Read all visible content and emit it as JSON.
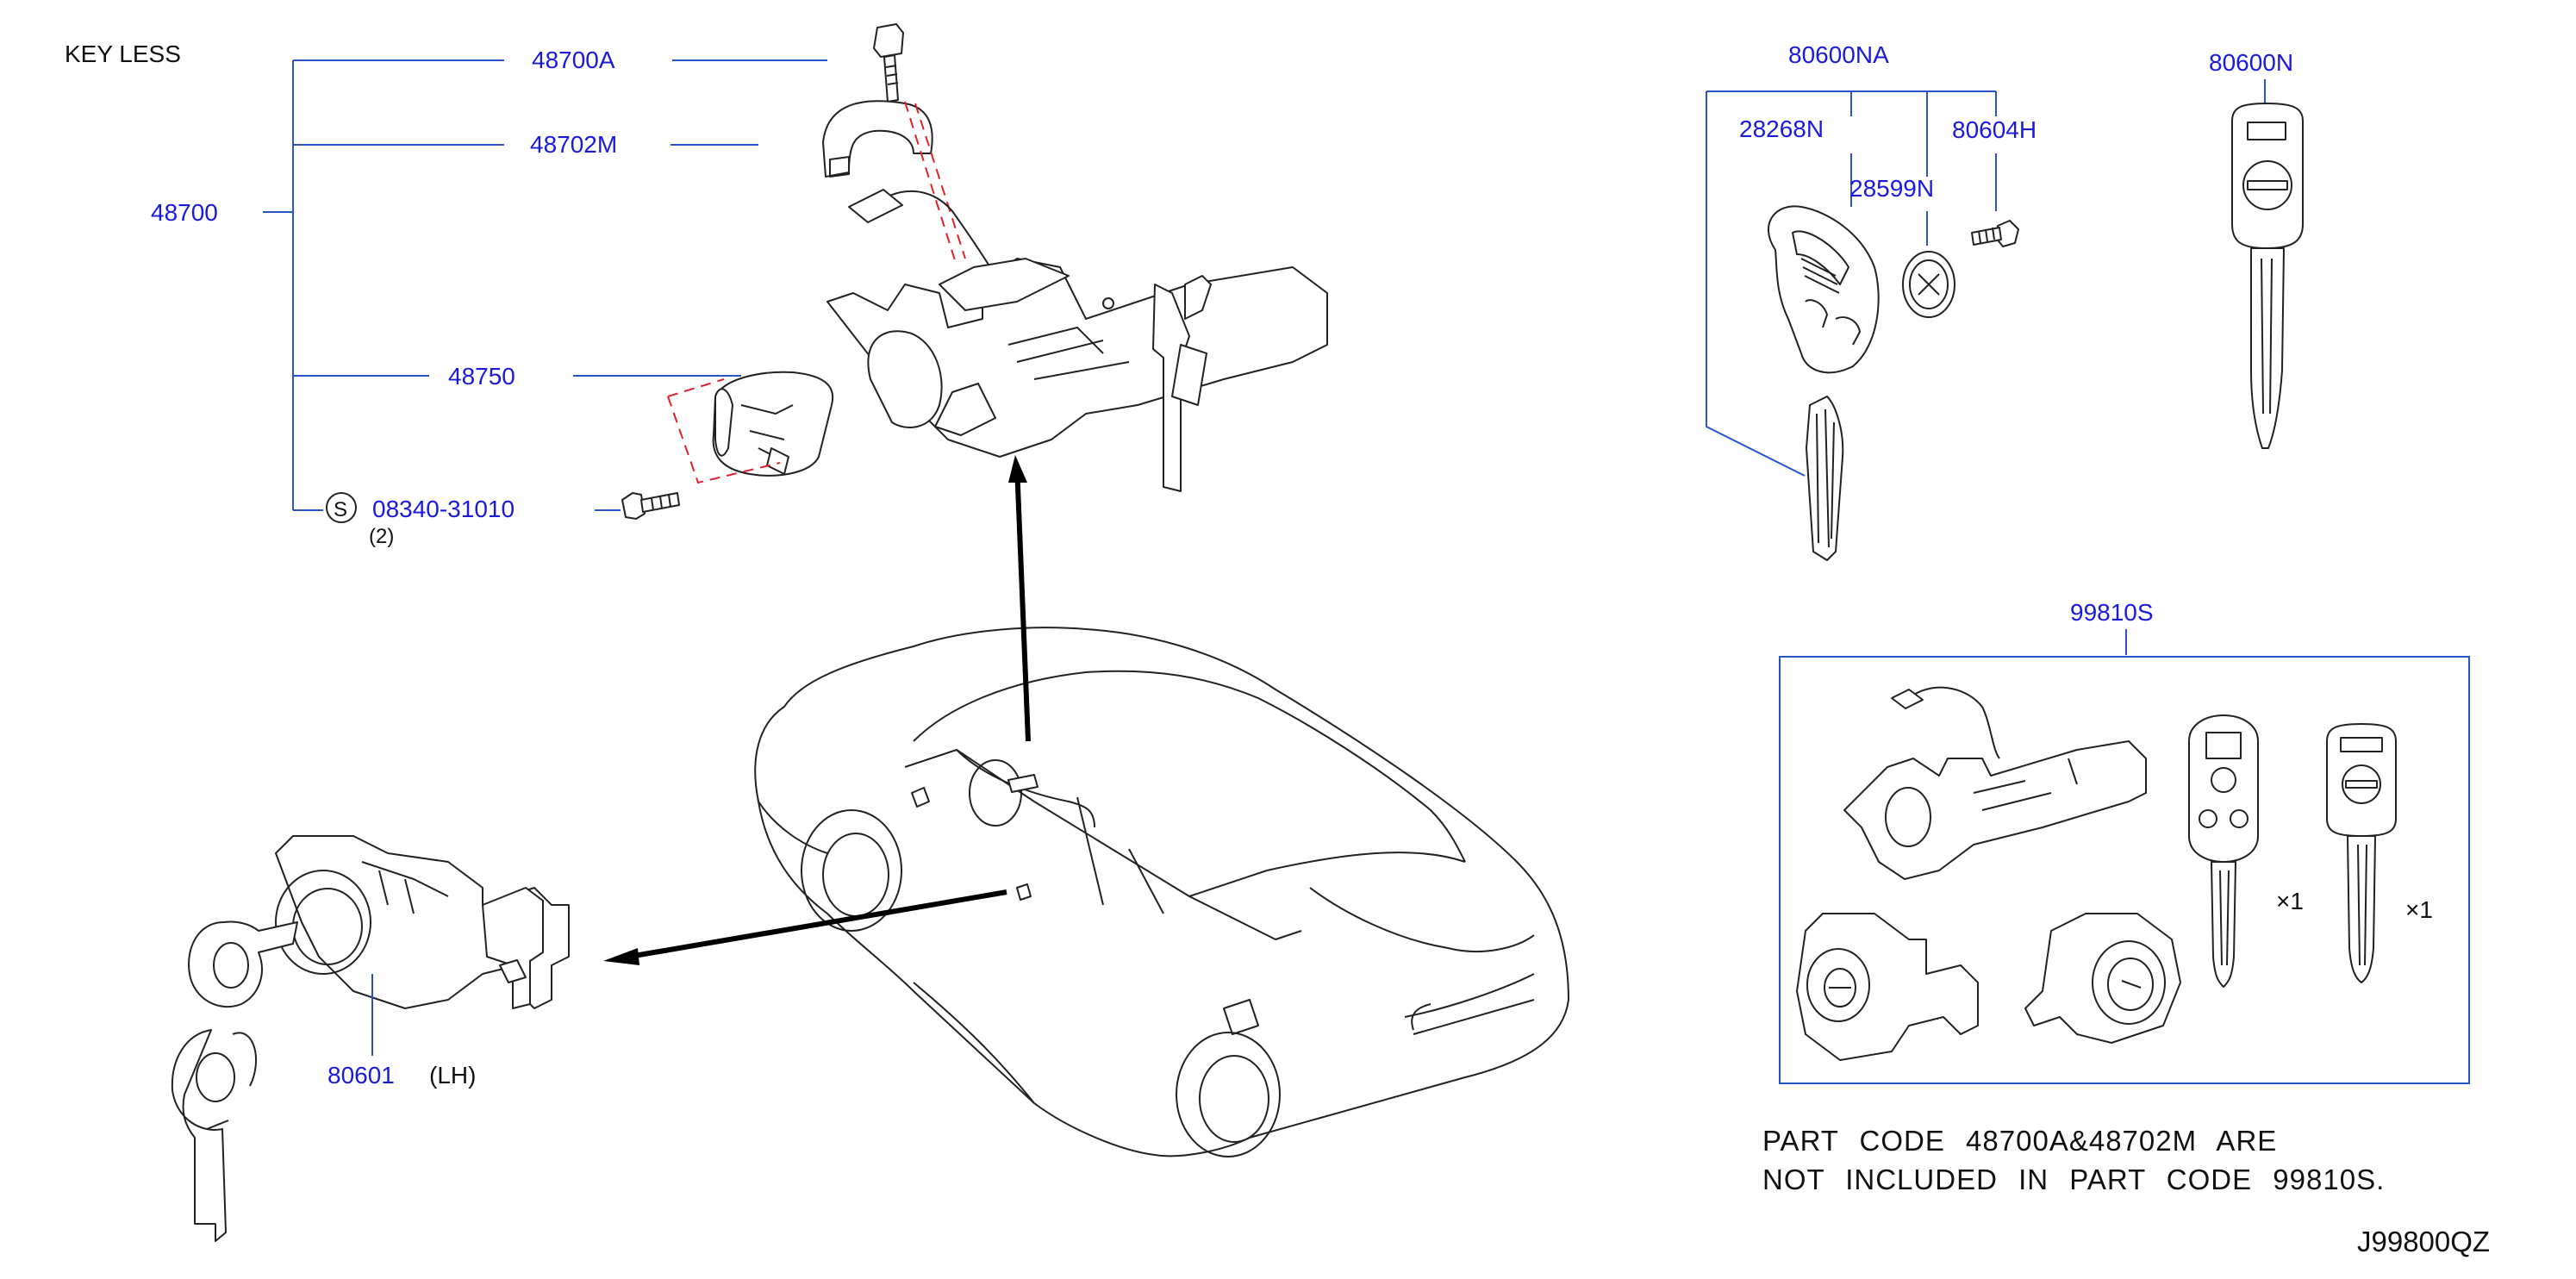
{
  "header": {
    "key_less": "KEY  LESS"
  },
  "parts": {
    "p48700": "48700",
    "p48700A": "48700A",
    "p48702M": "48702M",
    "p48750": "48750",
    "p08340": "08340-31010",
    "p08340_qty": "(2)",
    "s_symbol": "S",
    "p80601": "80601",
    "p80601_side": "(LH)",
    "p80600NA": "80600NA",
    "p28268N": "28268N",
    "p28599N": "28599N",
    "p80604H": "80604H",
    "p80600N": "80600N",
    "p99810S": "99810S",
    "qty_remote": "×1",
    "qty_key": "×1"
  },
  "note": {
    "line1": "PART  CODE  48700A&48702M  ARE",
    "line2": "NOT  INCLUDED  IN  PART  CODE  99810S."
  },
  "diagram_code": "J99800QZ",
  "colors": {
    "part_number": "#1a1adc",
    "leader": "#2a55c8",
    "dashed_guide": "#e0202a",
    "outline": "#222222"
  },
  "icons": [
    "ignition-switch-assembly",
    "steering-lock-cover",
    "shear-bolt",
    "key-cylinder",
    "door-lock-cylinder",
    "intelligent-key-remote",
    "battery-cell",
    "screw",
    "blank-key",
    "vehicle-outline"
  ]
}
